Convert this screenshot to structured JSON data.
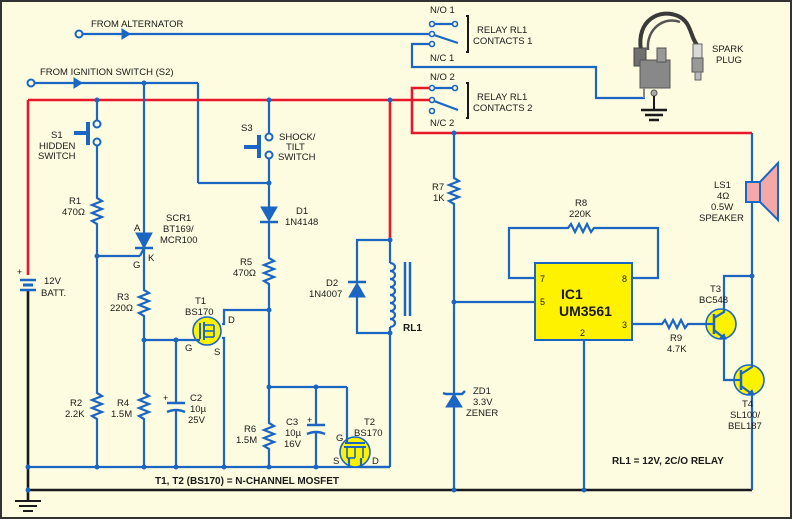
{
  "title": "Anti-theft vehicle alarm circuit with relay-controlled ignition cut-off",
  "colors": {
    "background": "#fdfbe0",
    "wire": "#1a66c2",
    "positive_rail": "#e8182a",
    "ground_rail": "#1a1a1a",
    "component_fill": "#fff200",
    "speaker_fill": "#f4a9a8"
  },
  "inputs": {
    "alternator": "FROM ALTERNATOR",
    "ignition": "FROM IGNITION SWITCH (S2)"
  },
  "relay_contacts": {
    "set1": {
      "no": "N/O 1",
      "nc": "N/C 1",
      "label_line1": "RELAY RL1",
      "label_line2": "CONTACTS 1"
    },
    "set2": {
      "no": "N/O 2",
      "nc": "N/C 2",
      "label_line1": "RELAY RL1",
      "label_line2": "CONTACTS 2"
    }
  },
  "spark_plug": {
    "line1": "SPARK",
    "line2": "PLUG"
  },
  "components": {
    "s1": {
      "ref": "S1",
      "line2": "HIDDEN",
      "line3": "SWITCH"
    },
    "s3": {
      "ref": "S3",
      "line2": "SHOCK/",
      "line3": "TILT",
      "line4": "SWITCH"
    },
    "battery": {
      "line1": "12V",
      "line2": "BATT.",
      "polarity": "+"
    },
    "r1": {
      "ref": "R1",
      "value": "470Ω"
    },
    "r2": {
      "ref": "R2",
      "value": "2.2K"
    },
    "r3": {
      "ref": "R3",
      "value": "220Ω"
    },
    "r4": {
      "ref": "R4",
      "value": "1.5M"
    },
    "r5": {
      "ref": "R5",
      "value": "470Ω"
    },
    "r6": {
      "ref": "R6",
      "value": "1.5M"
    },
    "r7": {
      "ref": "R7",
      "value": "1K"
    },
    "r8": {
      "ref": "R8",
      "value": "220K"
    },
    "r9": {
      "ref": "R9",
      "value": "4.7K"
    },
    "c2": {
      "ref": "C2",
      "value": "10µ",
      "voltage": "25V",
      "polarity": "+"
    },
    "c3": {
      "ref": "C3",
      "value": "10µ",
      "voltage": "16V",
      "polarity": "+"
    },
    "scr1": {
      "ref": "SCR1",
      "line2": "BT169/",
      "line3": "MCR100",
      "pin_a": "A",
      "pin_k": "K",
      "pin_g": "G"
    },
    "d1": {
      "ref": "D1",
      "value": "1N4148"
    },
    "d2": {
      "ref": "D2",
      "value": "1N4007"
    },
    "zd1": {
      "ref": "ZD1",
      "value": "3.3V",
      "type": "ZENER"
    },
    "t1": {
      "ref": "T1",
      "value": "BS170",
      "pin_d": "D",
      "pin_g": "G",
      "pin_s": "S"
    },
    "t2": {
      "ref": "T2",
      "value": "BS170",
      "pin_d": "D",
      "pin_g": "G",
      "pin_s": "S"
    },
    "t3": {
      "ref": "T3",
      "value": "BC548"
    },
    "t4": {
      "ref": "T4",
      "line2": "SL100/",
      "line3": "BEL187"
    },
    "rl1": {
      "ref": "RL1"
    },
    "ic1": {
      "line1": "IC1",
      "line2": "UM3561",
      "pins": [
        "7",
        "8",
        "5",
        "3",
        "2"
      ]
    },
    "ls1": {
      "ref": "LS1",
      "value": "4Ω",
      "power": "0.5W",
      "type": "SPEAKER"
    }
  },
  "notes": {
    "mosfet": "T1, T2 (BS170) = N-CHANNEL MOSFET",
    "relay": "RL1 = 12V, 2C/O RELAY"
  }
}
